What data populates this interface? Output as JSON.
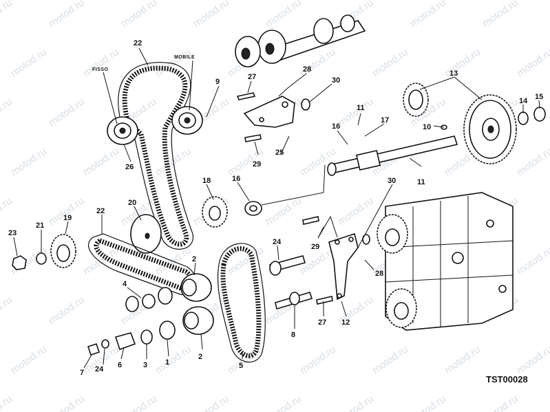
{
  "watermark": "motod.ru",
  "figure_code": "TST00028",
  "words": {
    "fixed": "FISSO",
    "mobile": "MOBILE"
  },
  "callouts": [
    "1",
    "2",
    "2",
    "3",
    "4",
    "4",
    "5",
    "6",
    "7",
    "8",
    "9",
    "10",
    "11",
    "12",
    "13",
    "14",
    "15",
    "16",
    "16",
    "17",
    "18",
    "18",
    "19",
    "20",
    "21",
    "22",
    "22",
    "23",
    "24",
    "25",
    "26",
    "27",
    "27",
    "28",
    "28",
    "29",
    "29",
    "30",
    "30"
  ]
}
